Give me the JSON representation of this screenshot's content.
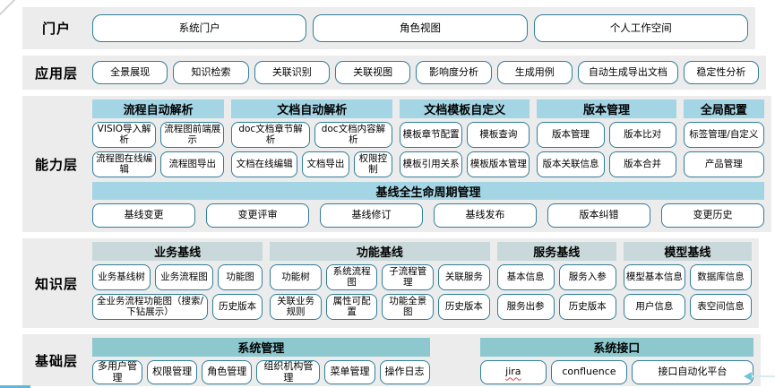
{
  "diagram": {
    "colors": {
      "layer_bg": "#EDECEC",
      "node_border": "#2E7E98",
      "capability_header_bg": "#A3D5E5",
      "knowledge_header_bg": "#C9D8DA",
      "foundation_header_bg": "#8CC8CE",
      "bottom_line_color": "#5FB7D7",
      "arrow_color": "#6FC6DA"
    },
    "icons": {
      "bottom_right_arrow": "left-arrow"
    },
    "layers": [
      {
        "id": "portal",
        "label": "门户",
        "type": "simple",
        "buttons": [
          "系统门户",
          "角色视图",
          "个人工作空间"
        ]
      },
      {
        "id": "application",
        "label": "应用层",
        "type": "simple",
        "buttons": [
          "全景展现",
          "知识检索",
          "关联识别",
          "关联视图",
          "影响度分析",
          "生成用例",
          "自动生成导出文档",
          "稳定性分析"
        ]
      },
      {
        "id": "capability",
        "label": "能力层",
        "type": "groups",
        "header_bg": "#A3D5E5",
        "groups": [
          {
            "header": "流程自动解析",
            "rows": [
              [
                "VISIO导入解析",
                "流程图前端展示"
              ],
              [
                "流程图在线编辑",
                "流程图导出"
              ]
            ]
          },
          {
            "header": "文档自动解析",
            "rows": [
              [
                "doc文档章节解析",
                "doc文档内容解析"
              ],
              [
                "文档在线编辑",
                "文档导出",
                "权限控制"
              ]
            ]
          },
          {
            "header": "文档模板自定义",
            "rows": [
              [
                "模板章节配置",
                "模板查询"
              ],
              [
                "模板引用关系",
                "模板版本管理"
              ]
            ]
          },
          {
            "header": "版本管理",
            "rows": [
              [
                "版本管理",
                "版本比对"
              ],
              [
                "版本关联信息",
                "版本合并"
              ]
            ]
          },
          {
            "header": "全局配置",
            "rows": [
              [
                "标签管理/自定义"
              ],
              [
                "产品管理"
              ]
            ]
          }
        ],
        "band": {
          "header": "基线全生命周期管理",
          "buttons": [
            "基线变更",
            "变更评审",
            "基线修订",
            "基线发布",
            "版本纠错",
            "变更历史"
          ]
        }
      },
      {
        "id": "knowledge",
        "label": "知识层",
        "type": "groups",
        "header_bg": "#C9D8DA",
        "groups": [
          {
            "header": "业务基线",
            "rows": [
              [
                "业务基线树",
                "业务流程图",
                "功能图"
              ],
              [
                "全业务流程功能图（搜索/下钻展示）",
                "历史版本"
              ]
            ]
          },
          {
            "header": "功能基线",
            "rows": [
              [
                "功能树",
                "系统流程图",
                "子流程管理",
                "关联服务"
              ],
              [
                "关联业务规则",
                "属性可配置",
                "功能全景图",
                "历史版本"
              ]
            ]
          },
          {
            "header": "服务基线",
            "rows": [
              [
                "基本信息",
                "服务入参"
              ],
              [
                "服务出参",
                "历史版本"
              ]
            ]
          },
          {
            "header": "模型基线",
            "rows": [
              [
                "模型基本信息",
                "数据库信息"
              ],
              [
                "用户信息",
                "表空间信息"
              ]
            ]
          }
        ]
      },
      {
        "id": "foundation",
        "label": "基础层",
        "type": "groups",
        "header_bg": "#8CC8CE",
        "groups": [
          {
            "header": "系统管理",
            "rows": [
              [
                "多用户管理",
                "权限管理",
                "角色管理",
                "组织机构管理",
                "菜单管理",
                "操作日志"
              ]
            ]
          },
          {
            "header": "系统接口",
            "rows": [
              [
                {
                  "label": "jira",
                  "spell_underline": true
                },
                "confluence",
                "接口自动化平台"
              ]
            ]
          }
        ]
      }
    ]
  }
}
